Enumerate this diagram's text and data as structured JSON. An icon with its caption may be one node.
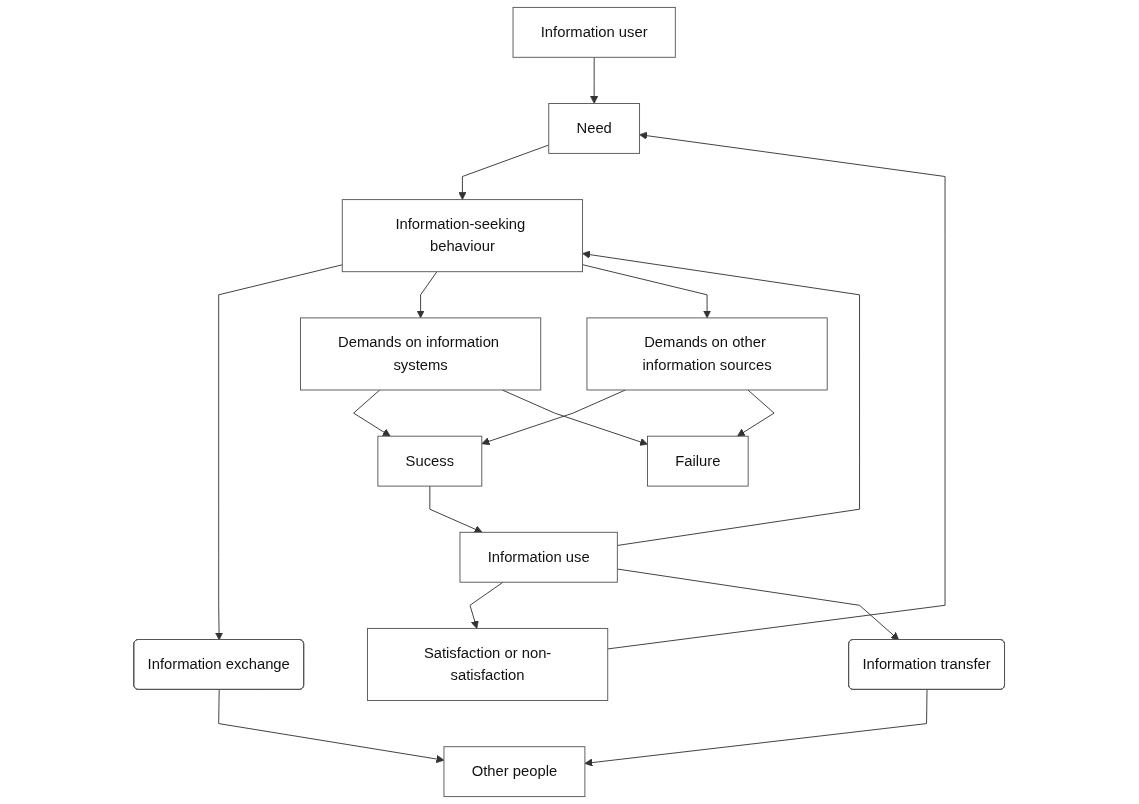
{
  "diagram": {
    "nodes": [
      {
        "text": [
          "Information user"
        ]
      },
      {
        "text": [
          "Satisfaction or non-satisfaction"
        ]
      },
      {
        "text": [
          "Need"
        ]
      },
      {
        "text": [
          "Information use"
        ]
      },
      {
        "text": [
          "Information-seeking behaviour"
        ]
      },
      {
        "text": [
          "Information exchange"
        ]
      },
      {
        "text": [
          "Demands on information systems"
        ]
      },
      {
        "text": [
          "Demands on other information sources"
        ]
      },
      {
        "text": [
          "Other people"
        ]
      },
      {
        "text": [
          "Sucess"
        ]
      },
      {
        "text": [
          "Failure"
        ]
      },
      {
        "text": [
          "Information transfer"
        ]
      }
    ],
    "edges": [
      {
        "from": 0,
        "to": 2,
        "arrow": "to"
      },
      {
        "from": 1,
        "to": 2,
        "arrow": "to"
      },
      {
        "from": 2,
        "to": 4,
        "arrow": "to"
      },
      {
        "from": 3,
        "to": 1,
        "arrow": "to"
      },
      {
        "from": 3,
        "to": 4,
        "arrow": "to"
      },
      {
        "from": 4,
        "to": 5,
        "arrow": "to"
      },
      {
        "from": 4,
        "to": 6,
        "arrow": "to"
      },
      {
        "from": 4,
        "to": 7,
        "arrow": "to"
      },
      {
        "from": 5,
        "to": 8,
        "arrow": "to"
      },
      {
        "from": 6,
        "to": 9,
        "arrow": "to"
      },
      {
        "from": 6,
        "to": 10,
        "arrow": "to"
      },
      {
        "from": 7,
        "to": 9,
        "arrow": "to"
      },
      {
        "from": 7,
        "to": 10,
        "arrow": "to"
      },
      {
        "from": 9,
        "to": 3,
        "arrow": "to"
      },
      {
        "from": 3,
        "to": 11,
        "arrow": "to"
      },
      {
        "from": 11,
        "to": 8,
        "arrow": "to"
      }
    ]
  }
}
